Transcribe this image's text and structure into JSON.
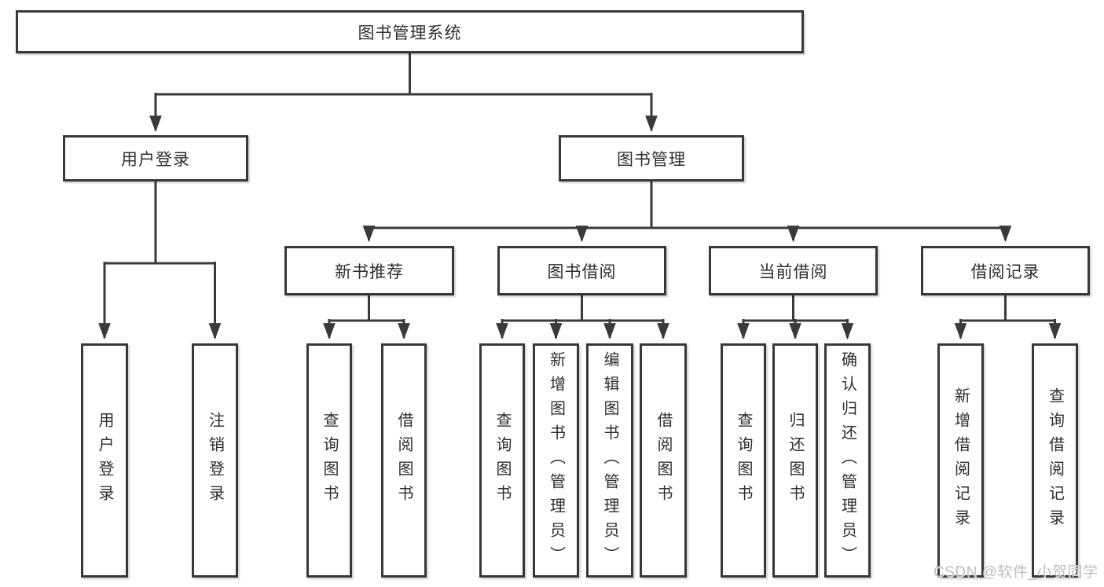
{
  "diagram": {
    "title": "图书管理系统",
    "root": {
      "label": "图书管理系统"
    },
    "branches": [
      {
        "label": "用户登录",
        "leaves": [
          "用户登录",
          "注销登录"
        ]
      },
      {
        "label": "图书管理",
        "children": [
          {
            "label": "新书推荐",
            "leaves": [
              "查询图书",
              "借阅图书"
            ]
          },
          {
            "label": "图书借阅",
            "leaves": [
              "查询图书",
              "新增图书（管理员）",
              "编辑图书（管理员）",
              "借阅图书"
            ]
          },
          {
            "label": "当前借阅",
            "leaves": [
              "查询图书",
              "归还图书",
              "确认归还（管理员）"
            ]
          },
          {
            "label": "借阅记录",
            "leaves": [
              "新增借阅记录",
              "查询借阅记录"
            ]
          }
        ]
      }
    ]
  },
  "watermark": {
    "text": "CSDN @软件_小贺同学"
  },
  "colors": {
    "line": "#3a3a3a",
    "border": "#383838",
    "text": "#2e2e2e",
    "background": "#ffffff",
    "watermark": "#b9bfc3"
  }
}
